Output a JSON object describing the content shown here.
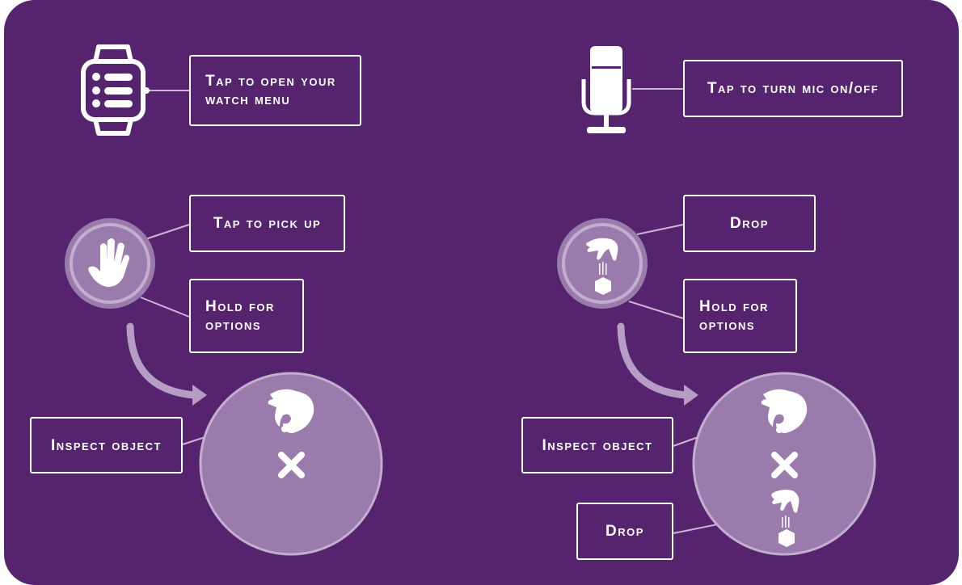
{
  "labels": {
    "watch_menu": "Tap to open your watch menu",
    "mic": "Tap to turn mic on/off",
    "pick_up": "Tap to pick up",
    "hold_options_left": "Hold for options",
    "drop_top": "Drop",
    "hold_options_right": "Hold for options",
    "inspect_left": "Inspect object",
    "inspect_right": "Inspect object",
    "drop_bottom": "Drop"
  },
  "colors": {
    "background": "#56236e",
    "circle_fill": "#9a7bab",
    "circle_ring": "#c4aed0",
    "text": "#ffffff"
  },
  "icons": [
    "watch-icon",
    "microphone-icon",
    "grab-hand-icon",
    "drop-object-icon",
    "inspect-hand-icon",
    "close-icon",
    "curved-arrow-icon"
  ]
}
